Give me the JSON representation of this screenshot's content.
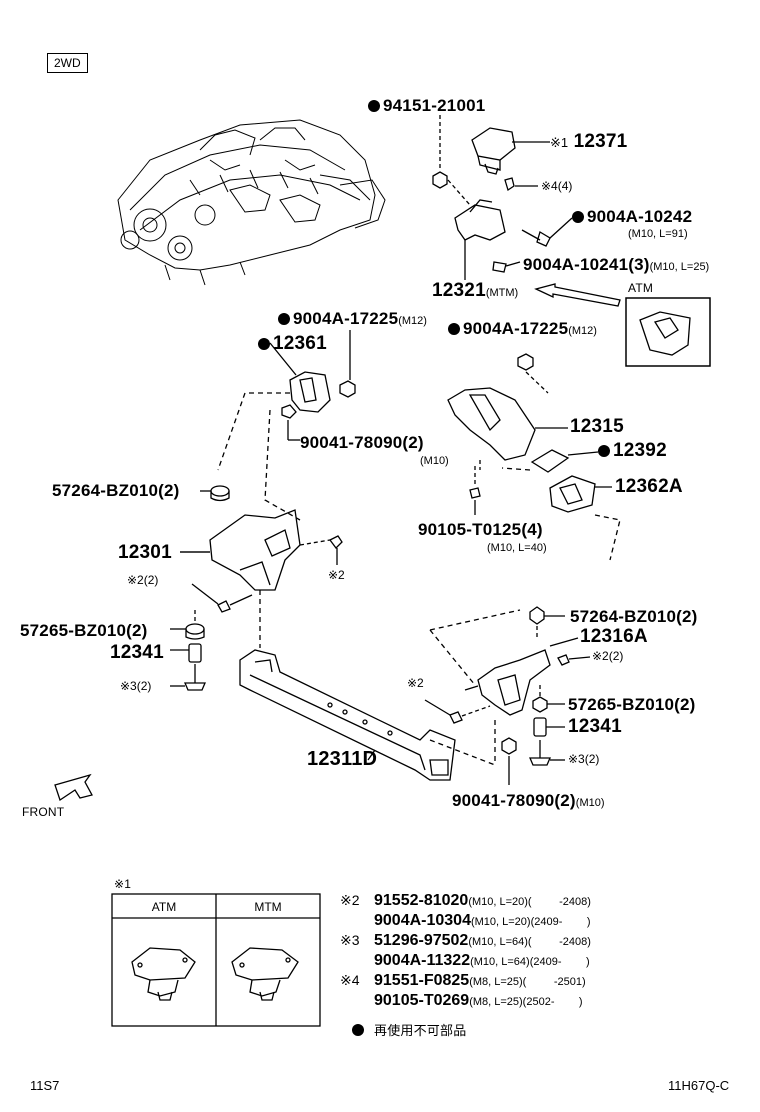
{
  "badge": "2WD",
  "atm_callout": "ATM",
  "front_label": "FRONT",
  "parts": {
    "p94151": "94151-21001",
    "p12371": "12371",
    "p12371_ref": "※1",
    "ref4": "※4",
    "ref4_qty": "(4)",
    "p9004a_10242": "9004A-10242",
    "p9004a_10242_spec": "(M10, L=91)",
    "p9004a_10241": "9004A-10241(3)",
    "p9004a_10241_spec": "(M10, L=25)",
    "p12321": "12321",
    "p12321_spec": "(MTM)",
    "p9004a_17225_l": "9004A-17225",
    "p9004a_17225_l_spec": "(M12)",
    "p9004a_17225_r": "9004A-17225",
    "p9004a_17225_r_spec": "(M12)",
    "p12361": "12361",
    "p90041_upper": "90041-78090(2)",
    "p90041_upper_spec": "(M10)",
    "p12315": "12315",
    "p12392": "12392",
    "p12362a": "12362A",
    "p57264_left": "57264-BZ010(2)",
    "p90105": "90105-T0125(4)",
    "p90105_spec": "(M10, L=40)",
    "p12301": "12301",
    "ref2_left": "※2",
    "ref2_left_qty": "(2)",
    "ref2_mid": "※2",
    "p57265_left": "57265-BZ010(2)",
    "p12341_left": "12341",
    "ref3_left": "※3",
    "ref3_left_qty": "(2)",
    "p57264_right": "57264-BZ010(2)",
    "p12316a": "12316A",
    "ref2_right": "※2",
    "ref2_right_qty": "(2)",
    "ref2_low": "※2",
    "p57265_right": "57265-BZ010(2)",
    "p12341_right": "12341",
    "ref3_right": "※3",
    "ref3_right_qty": "(2)",
    "p12311d": "12311D",
    "p90041_lower": "90041-78090(2)",
    "p90041_lower_spec": "(M10)"
  },
  "table": {
    "ref": "※1",
    "col_atm": "ATM",
    "col_mtm": "MTM"
  },
  "notes": [
    {
      "ref": "※2",
      "part": "91552-81020",
      "spec": "(M10, L=20)(         -2408)"
    },
    {
      "ref": "",
      "part": "9004A-10304",
      "spec": "(M10, L=20)(2409-        )"
    },
    {
      "ref": "※3",
      "part": "51296-97502",
      "spec": "(M10, L=64)(         -2408)"
    },
    {
      "ref": "",
      "part": "9004A-11322",
      "spec": "(M10, L=64)(2409-        )"
    },
    {
      "ref": "※4",
      "part": "91551-F0825",
      "spec": "(M8, L=25)(         -2501)"
    },
    {
      "ref": "",
      "part": "90105-T0269",
      "spec": "(M8, L=25)(2502-        )"
    }
  ],
  "legend": "再使用不可部品",
  "footer_left": "11S7",
  "footer_right": "11H67Q-C"
}
